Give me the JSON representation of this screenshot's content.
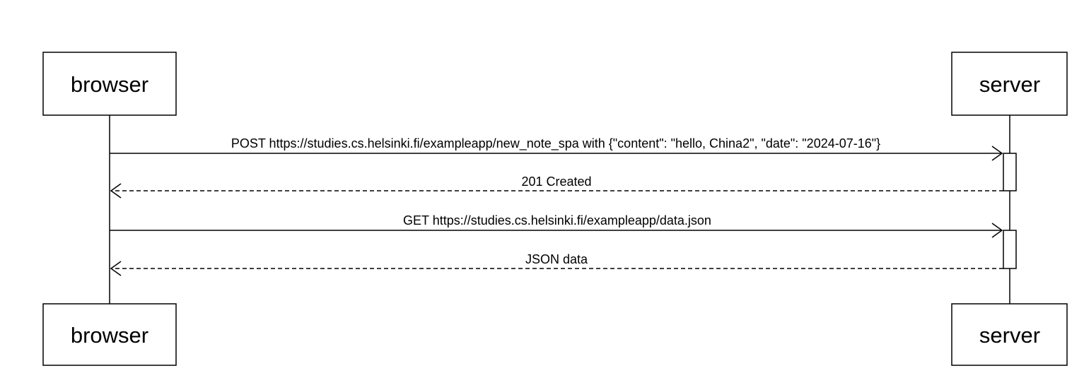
{
  "actors": {
    "browser": {
      "label": "browser"
    },
    "server": {
      "label": "server"
    }
  },
  "messages": [
    {
      "from": "browser",
      "to": "server",
      "style": "solid",
      "label": "POST https://studies.cs.helsinki.fi/exampleapp/new_note_spa with {\"content\": \"hello, China2\", \"date\": \"2024-07-16\"}"
    },
    {
      "from": "server",
      "to": "browser",
      "style": "dashed",
      "label": "201 Created"
    },
    {
      "from": "browser",
      "to": "server",
      "style": "solid",
      "label": "GET https://studies.cs.helsinki.fi/exampleapp/data.json"
    },
    {
      "from": "server",
      "to": "browser",
      "style": "dashed",
      "label": "JSON data"
    }
  ]
}
